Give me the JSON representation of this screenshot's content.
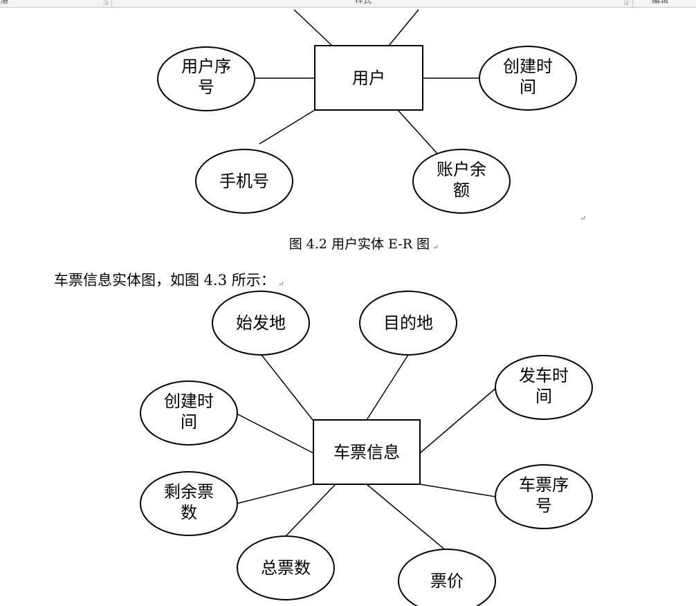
{
  "ribbon": {
    "groups": [
      "落",
      "样式",
      "编辑"
    ]
  },
  "figure_42": {
    "entity": "用户",
    "attributes": [
      {
        "line1": "用户序",
        "line2": "号"
      },
      {
        "line1": "创建时",
        "line2": "间"
      },
      {
        "line1": "手机号",
        "line2": ""
      },
      {
        "line1": "账户余",
        "line2": "额"
      }
    ],
    "caption": "图 4.2  用户实体 E-R 图"
  },
  "paragraph": {
    "text": "车票信息实体图，如图 4.3 所示："
  },
  "figure_43": {
    "entity": "车票信息",
    "attributes": [
      {
        "line1": "始发地",
        "line2": ""
      },
      {
        "line1": "目的地",
        "line2": ""
      },
      {
        "line1": "创建时",
        "line2": "间"
      },
      {
        "line1": "发车时",
        "line2": "间"
      },
      {
        "line1": "剩余票",
        "line2": "数"
      },
      {
        "line1": "车票序",
        "line2": "号"
      },
      {
        "line1": "总票数",
        "line2": ""
      },
      {
        "line1": "票价",
        "line2": ""
      }
    ]
  },
  "marks": {
    "paragraph_mark": "↵"
  },
  "colors": {
    "stroke": "#000000",
    "ribbon_bg": "#f3f3f3",
    "ribbon_border": "#c8c8c8"
  }
}
